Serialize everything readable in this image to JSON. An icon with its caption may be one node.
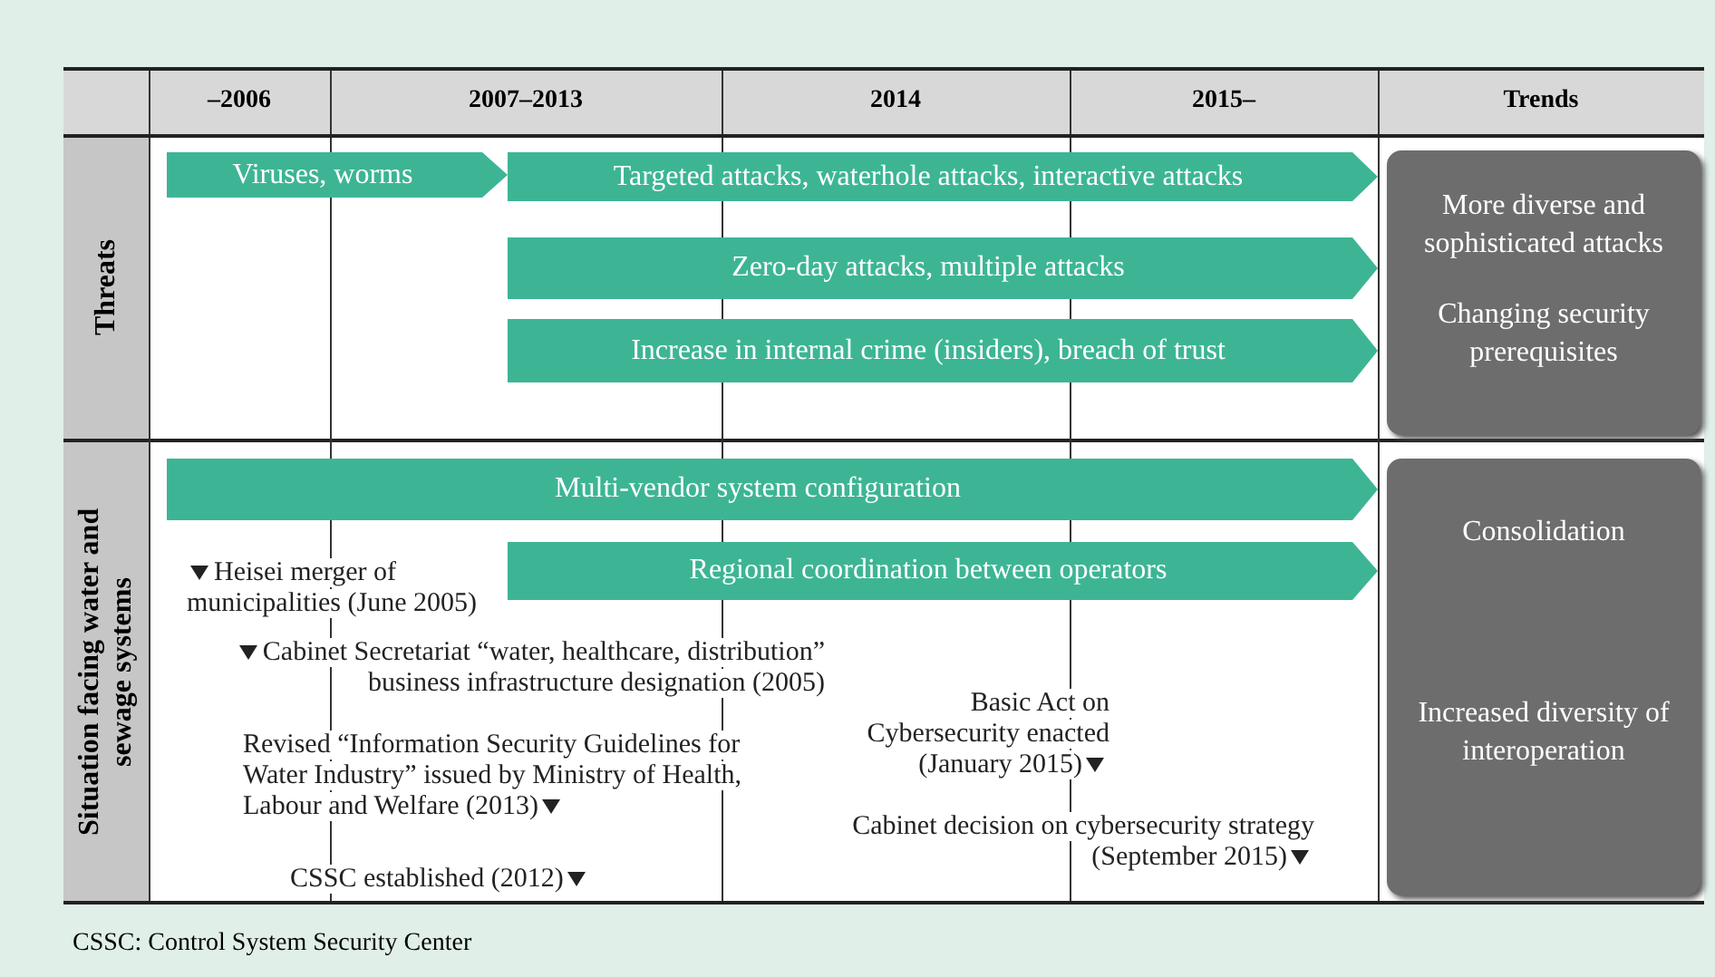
{
  "diagram": {
    "caption": "CSSC: Control System Security Center",
    "nodes": [
      {
        "text": [
          "Viruses, worms"
        ]
      },
      {
        "text": [
          "Targeted attacks, waterhole attacks, interactive attacks"
        ]
      },
      {
        "text": [
          "Zero-day attacks, multiple attacks"
        ]
      },
      {
        "text": [
          "Increase in internal crime (insiders), breach of trust"
        ]
      },
      {
        "text": [
          "More diverse and sophisticated attacks",
          "Changing security prerequisites"
        ]
      },
      {
        "text": [
          "Multi-vendor system configuration"
        ]
      },
      {
        "text": [
          "Regional coordination between operators"
        ]
      },
      {
        "text": [
          "Consolidation",
          "Increased diversity of interoperation"
        ]
      }
    ],
    "edges": [],
    "labels": [
      "–2006",
      "2007–2013",
      "2014",
      "2015–",
      "Trends",
      "Threats",
      "Situation facing water and sewage systems",
      "Heisei merger of municipalities (June 2005)",
      "Cabinet Secretariat “water, healthcare, distribution” business infrastructure designation (2005)",
      "Basic Act on Cybersecurity enacted (January 2015)",
      "Revised “Information Security Guidelines for Water Industry” issued by Ministry of Health, Labour and Welfare (2013)",
      "Cabinet decision on cybersecurity strategy (September 2015)",
      "CSSC established (2012)"
    ]
  }
}
